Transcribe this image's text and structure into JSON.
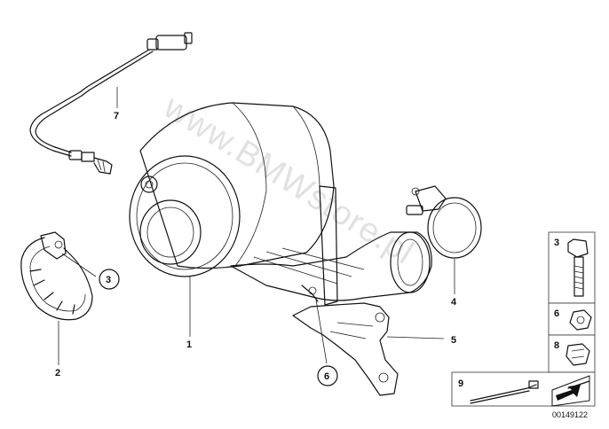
{
  "watermark": "www.BMWstore.pl",
  "callouts": {
    "c1": "1",
    "c2": "2",
    "c3": "3",
    "c4": "4",
    "c5": "5",
    "c6": "6",
    "c7": "7"
  },
  "parts_panel": {
    "p3": "3",
    "p6": "6",
    "p8": "8",
    "p9": "9"
  },
  "diagram_number": "00149122"
}
